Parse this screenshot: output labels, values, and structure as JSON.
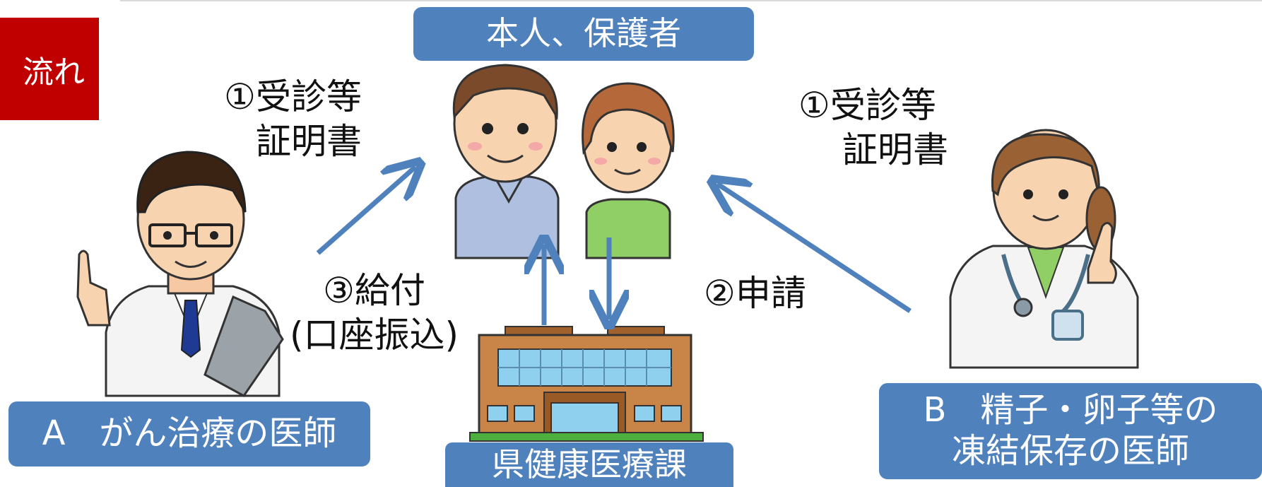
{
  "header": {
    "tag_text": "流れ"
  },
  "boxes": {
    "patient": "本人、保護者",
    "doctor_a": "A　がん治療の医師",
    "doctor_b_line1": "B　精子・卵子等の",
    "doctor_b_line2": "凍結保存の医師",
    "prefecture": "県健康医療課"
  },
  "labels": {
    "cert_left_1": "①受診等",
    "cert_left_2": "証明書",
    "cert_right_1": "①受診等",
    "cert_right_2": "証明書",
    "benefit_1": "③給付",
    "benefit_2": "(口座振込)",
    "apply": "②申請"
  },
  "colors": {
    "box": "#4f81bd",
    "arrow": "#4f81bd",
    "tag": "#c00000"
  }
}
